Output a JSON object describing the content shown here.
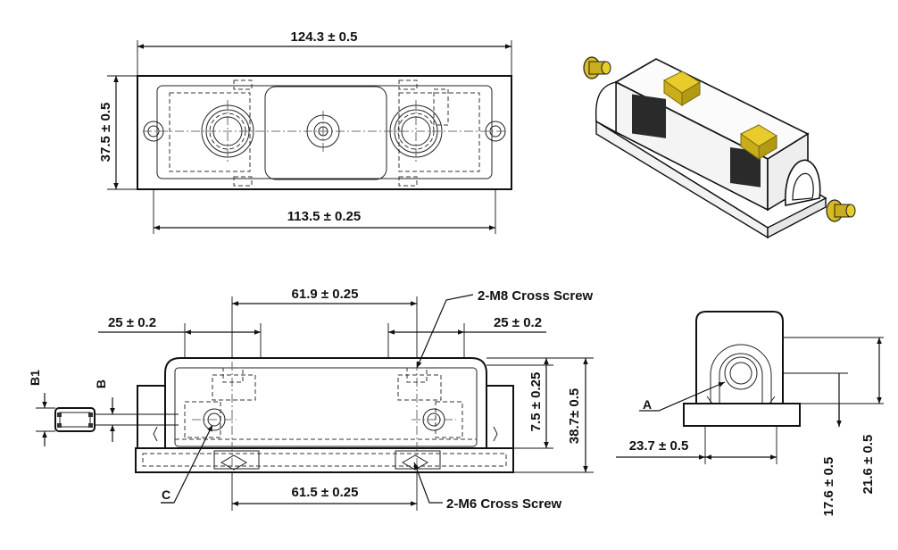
{
  "dimensions": {
    "top_length": "124.3 ± 0.5",
    "top_width": "37.5 ± 0.5",
    "top_hole_pitch": "113.5 ± 0.25",
    "front_terminal_pitch": "61.9 ± 0.25",
    "front_bottom_pitch": "61.5 ± 0.25",
    "left_flange": "25 ± 0.2",
    "right_flange": "25 ± 0.2",
    "screw_height": "7.5 ± 0.25",
    "front_height": "38.7± 0.5",
    "side_width": "23.7 ± 0.5",
    "side_height_a": "17.6 ± 0.5",
    "side_height_b": "21.6 ± 0.5"
  },
  "callouts": {
    "m8": "2-M8 Cross Screw",
    "m6": "2-M6 Cross Screw",
    "a": "A",
    "b": "B",
    "b1": "B1",
    "c": "C"
  }
}
